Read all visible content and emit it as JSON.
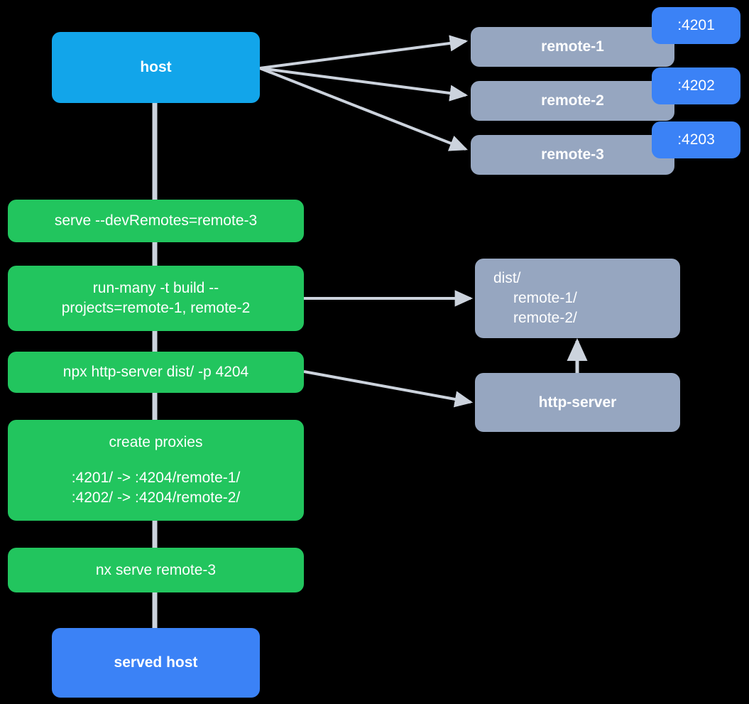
{
  "diagram": {
    "type": "flow-diagram",
    "background": "#000000",
    "colors": {
      "host": "#12a5ea",
      "served_host": "#3b82f6",
      "command": "#22c55e",
      "node_gray": "#96a6c0",
      "port_badge": "#3b82f6",
      "edge": "#ccd3dd",
      "text": "#ffffff"
    },
    "nodes": {
      "host": {
        "label": "host"
      },
      "served_host": {
        "label": "served host"
      },
      "remotes": [
        {
          "label": "remote-1",
          "port": ":4201"
        },
        {
          "label": "remote-2",
          "port": ":4202"
        },
        {
          "label": "remote-3",
          "port": ":4203"
        }
      ],
      "commands": [
        {
          "id": "serve",
          "lines": [
            "serve --devRemotes=remote-3"
          ]
        },
        {
          "id": "run-many",
          "lines": [
            "run-many -t build --",
            "projects=remote-1, remote-2"
          ]
        },
        {
          "id": "npx-http-server",
          "lines": [
            "npx http-server dist/ -p 4204"
          ]
        },
        {
          "id": "create-proxies",
          "title": "create proxies",
          "lines": [
            ":4201/ -> :4204/remote-1/",
            ":4202/ -> :4204/remote-2/"
          ]
        },
        {
          "id": "nx-serve",
          "lines": [
            "nx serve remote-3"
          ]
        }
      ],
      "dist": {
        "root": "dist/",
        "children": [
          "remote-1/",
          "remote-2/"
        ]
      },
      "http_server": {
        "label": "http-server"
      }
    },
    "edges": [
      {
        "from": "host",
        "to": "remote-1",
        "kind": "arrow"
      },
      {
        "from": "host",
        "to": "remote-2",
        "kind": "arrow"
      },
      {
        "from": "host",
        "to": "remote-3",
        "kind": "arrow"
      },
      {
        "from": "run-many",
        "to": "dist",
        "kind": "arrow"
      },
      {
        "from": "npx-http-server",
        "to": "http-server",
        "kind": "arrow"
      },
      {
        "from": "http-server",
        "to": "dist",
        "kind": "arrow"
      },
      {
        "from": "host",
        "to": "served-host",
        "kind": "pipeline-line"
      }
    ]
  }
}
